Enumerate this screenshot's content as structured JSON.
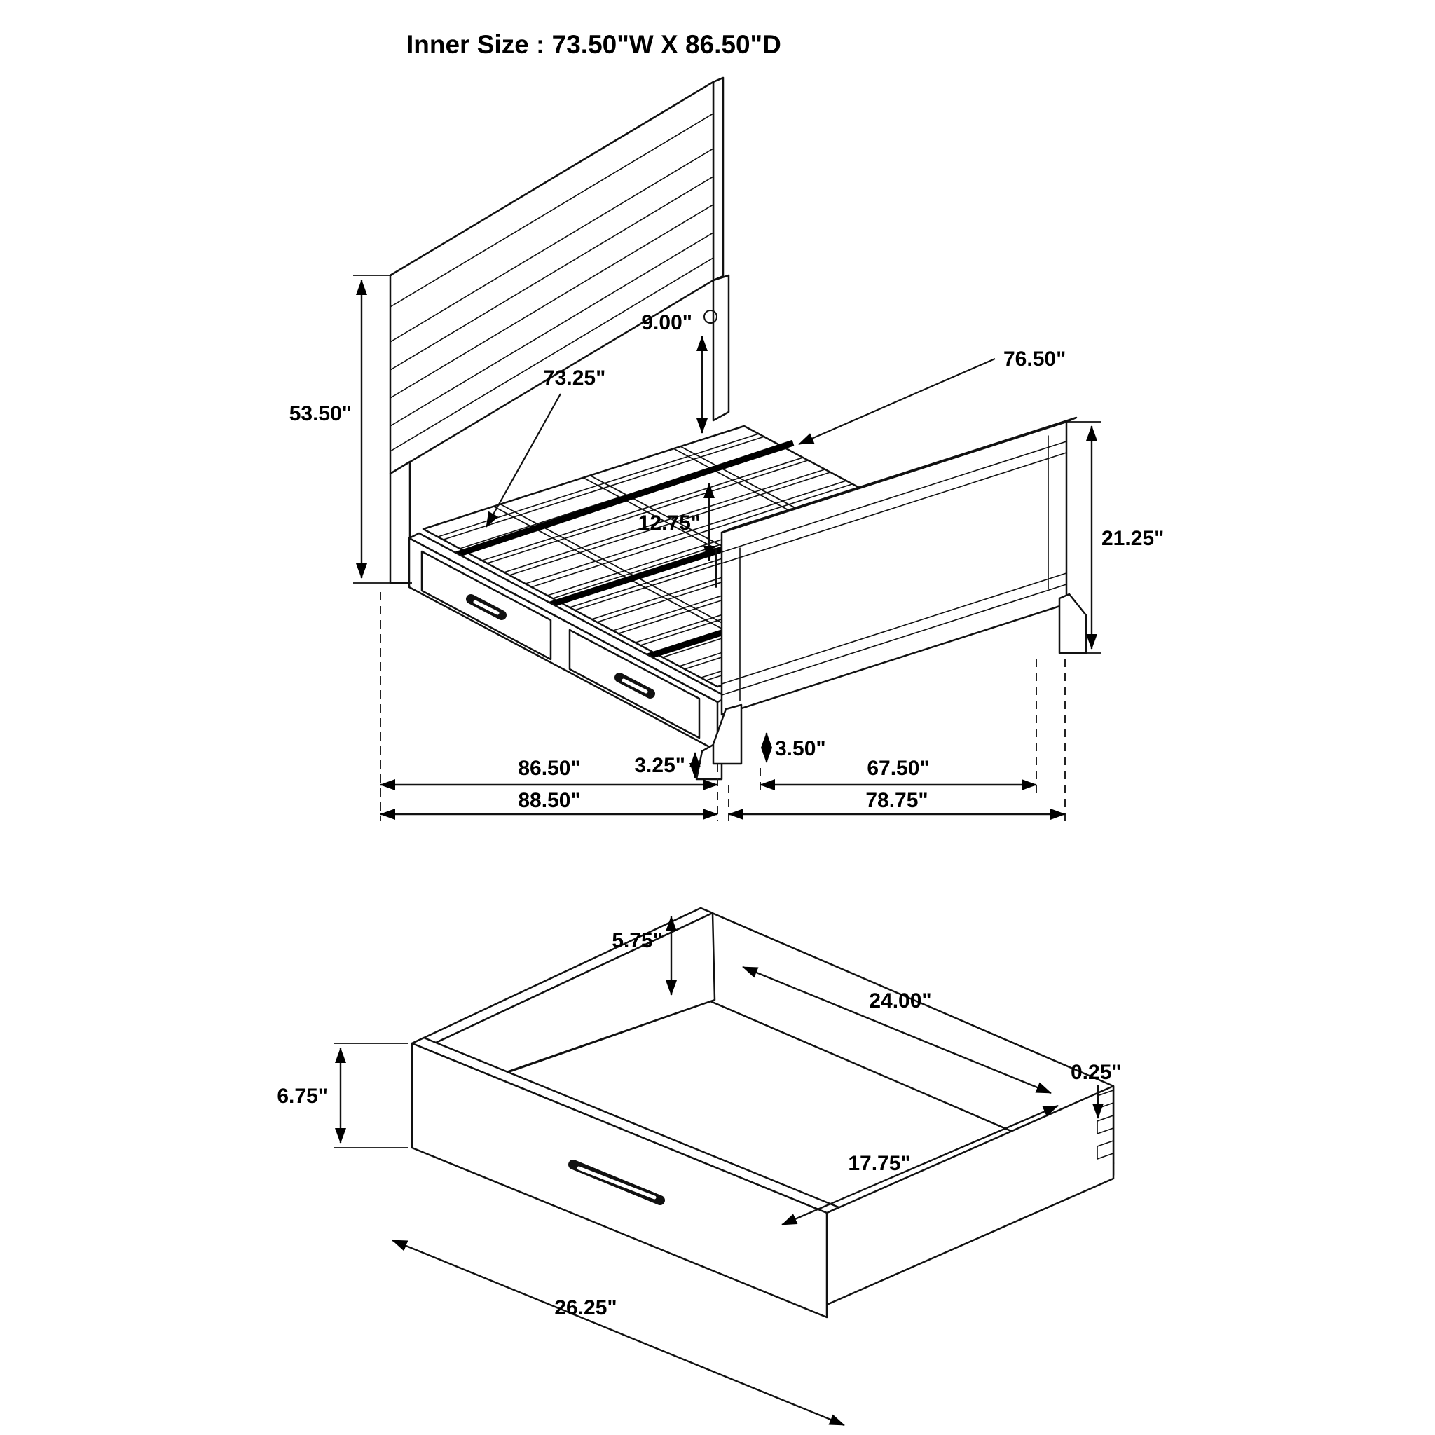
{
  "title": "Inner Size : 73.50\"W X 86.50\"D",
  "bed": {
    "name": "storage bed with footboard drawers - dimension view",
    "dims": {
      "headboard_height": "53.50\"",
      "headboard_gap": "9.00\"",
      "slat_length": "73.25\"",
      "rail_length": "76.50\"",
      "footboard_height": "21.25\"",
      "deck_height": "12.75\"",
      "corner_leg_height": "3.25\"",
      "foot_leg_height": "3.50\"",
      "length_inner": "86.50\"",
      "width_inner": "67.50\"",
      "length_overall": "88.50\"",
      "width_overall": "78.75\""
    }
  },
  "drawer": {
    "name": "storage drawer - dimension view",
    "dims": {
      "front_height": "6.75\"",
      "back_height": "5.75\"",
      "inner_width": "24.00\"",
      "side_thickness": "0.25\"",
      "inner_depth": "17.75\"",
      "front_width": "26.25\""
    }
  }
}
